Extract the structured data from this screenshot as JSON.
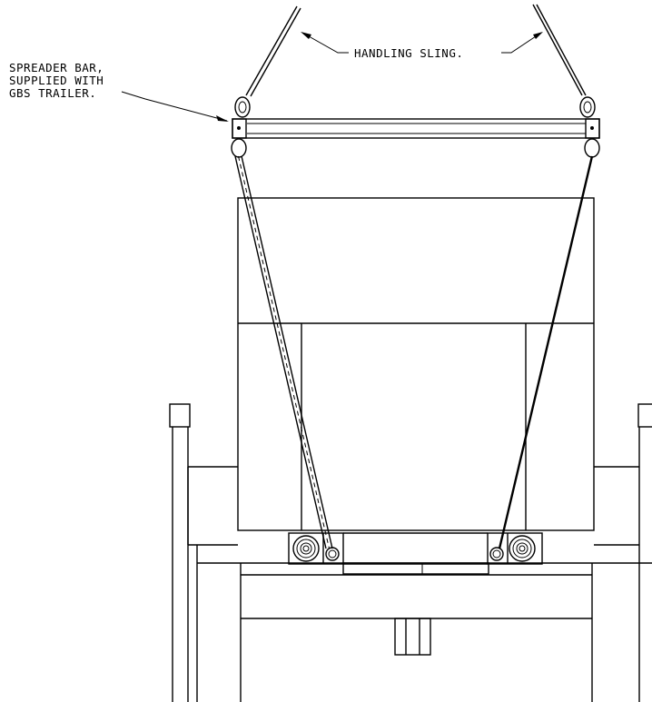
{
  "labels": {
    "spreader_bar_line1": "SPREADER BAR,",
    "spreader_bar_line2": "SUPPLIED WITH",
    "spreader_bar_line3": "GBS TRAILER.",
    "handling_sling": "HANDLING SLING."
  },
  "colors": {
    "line": "#000000",
    "background": "#ffffff"
  }
}
